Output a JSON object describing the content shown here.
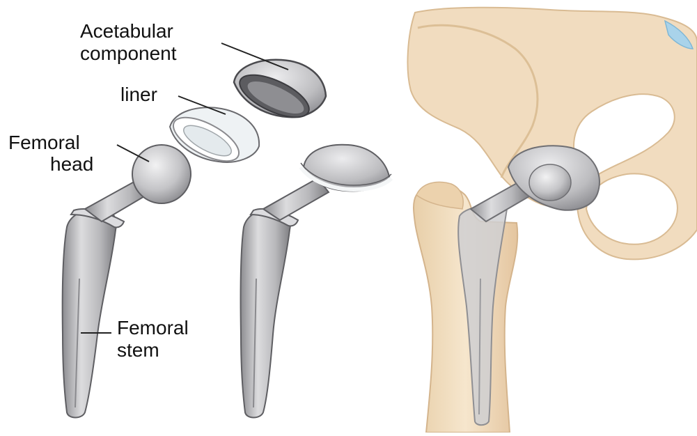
{
  "labels": {
    "acetabular": {
      "line1": "Acetabular",
      "line2": "component"
    },
    "liner": "liner",
    "femoral_head": {
      "line1": "Femoral",
      "line2": "head"
    },
    "femoral_stem": {
      "line1": "Femoral",
      "line2": "stem"
    }
  },
  "colors": {
    "bone": "#f1dcbf",
    "bone_shadow": "#e2c29b",
    "metal": "#c9c9cb",
    "metal_dark": "#8f8f93",
    "liner": "#eef2f4",
    "outline": "#4a4a4a",
    "cartilage": "#a9d3ea"
  }
}
